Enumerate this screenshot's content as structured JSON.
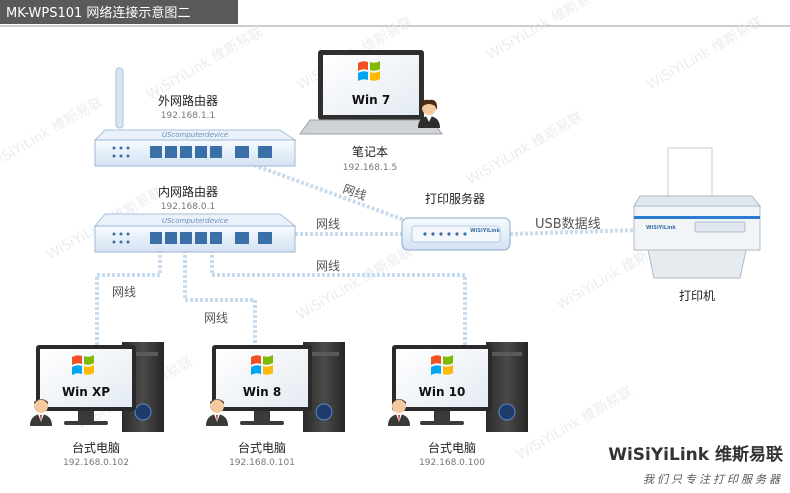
{
  "header": {
    "title": "MK-WPS101 网络连接示意图二"
  },
  "watermark": {
    "text": "WiSiYiLink 维斯易联"
  },
  "devices": {
    "outer_router": {
      "label": "外网路由器",
      "ip": "192.168.1.1",
      "brand": "UScomputerdevice"
    },
    "inner_router": {
      "label": "内网路由器",
      "ip": "192.168.0.1",
      "brand": "UScomputerdevice"
    },
    "laptop": {
      "os": "Win 7",
      "label": "笔记本",
      "ip": "192.168.1.5"
    },
    "print_server": {
      "label": "打印服务器",
      "brand": "WiSiYiLink"
    },
    "printer": {
      "label": "打印机",
      "brand": "WiSiYiLink"
    },
    "pc1": {
      "os": "Win XP",
      "label": "台式电脑",
      "ip": "192.168.0.102"
    },
    "pc2": {
      "os": "Win 8",
      "label": "台式电脑",
      "ip": "192.168.0.101"
    },
    "pc3": {
      "os": "Win 10",
      "label": "台式电脑",
      "ip": "192.168.0.100"
    }
  },
  "connections": {
    "wan_to_server": "网线",
    "lan_to_server": "网线",
    "server_to_printer": "USB数据线",
    "lan_to_pc1": "网线",
    "lan_to_pc2": "网线",
    "lan_to_pc3": "网线"
  },
  "brand": {
    "name": "WiSiYiLink 维斯易联",
    "slogan": "我们只专注打印服务器"
  },
  "colors": {
    "header_bg": "#5a5a5a",
    "cable": "#c9dced",
    "device_blue": "#3a6fa8",
    "device_body": "#eef4fb"
  }
}
